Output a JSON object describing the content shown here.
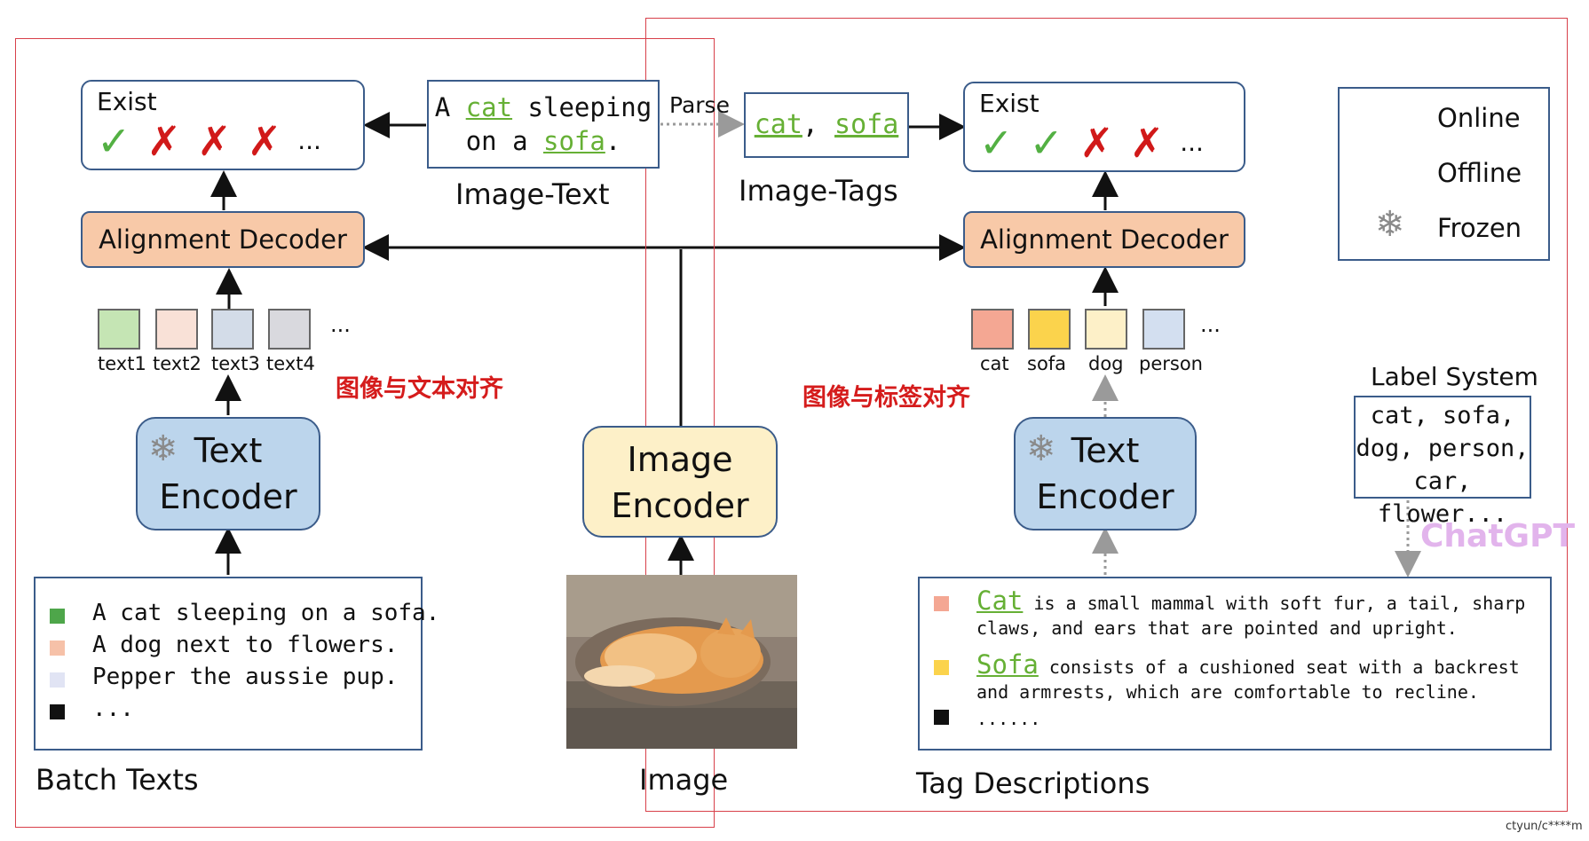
{
  "left_panel": {
    "exist": {
      "title": "Exist",
      "marks": [
        "check",
        "cross",
        "cross",
        "cross"
      ],
      "more": "..."
    },
    "image_text": {
      "pre": "A ",
      "cat": "cat",
      "mid": " sleeping",
      "line2_pre": "on a ",
      "sofa": "sofa",
      "line2_post": "."
    },
    "image_text_caption": "Image-Text",
    "decoder": "Alignment Decoder",
    "text_squares": [
      {
        "label": "text1",
        "color": "#c5e5b4"
      },
      {
        "label": "text2",
        "color": "#f9e1d7"
      },
      {
        "label": "text3",
        "color": "#d3dce8"
      },
      {
        "label": "text4",
        "color": "#d9d9de"
      }
    ],
    "squares_more": "...",
    "chinese_label": "图像与文本对齐",
    "encoder_line1": "Text",
    "encoder_line2": "Encoder",
    "batch_texts": [
      {
        "text": "A cat sleeping on a sofa.",
        "color": "#4ea64a"
      },
      {
        "text": "A dog next to flowers.",
        "color": "#f6c1a8"
      },
      {
        "text": "Pepper the aussie pup.",
        "color": "#e1e4f4"
      },
      {
        "text": "...",
        "color": "#111111"
      }
    ],
    "batch_caption": "Batch Texts"
  },
  "center": {
    "encoder_line1": "Image",
    "encoder_line2": "Encoder",
    "image_caption": "Image",
    "parse_label": "Parse"
  },
  "right_panel": {
    "tags": {
      "cat": "cat",
      "sep": ", ",
      "sofa": "sofa"
    },
    "tags_caption": "Image-Tags",
    "exist": {
      "title": "Exist",
      "marks": [
        "check",
        "check",
        "cross",
        "cross"
      ],
      "more": "..."
    },
    "decoder": "Alignment Decoder",
    "tag_squares": [
      {
        "label": "cat",
        "color": "#f4a793"
      },
      {
        "label": "sofa",
        "color": "#fbd34c"
      },
      {
        "label": "dog",
        "color": "#fdf0c8"
      },
      {
        "label": "person",
        "color": "#d3dff0"
      }
    ],
    "squares_more": "...",
    "chinese_label": "图像与标签对齐",
    "encoder_line1": "Text",
    "encoder_line2": "Encoder",
    "descriptions": [
      {
        "tag": "Cat",
        "text": " is a small mammal with soft fur, a tail, sharp",
        "line2": "claws, and ears that are pointed and upright.",
        "color": "#f4a793"
      },
      {
        "tag": "Sofa",
        "text": " consists of a cushioned seat with a backrest",
        "line2": "and armrests, which are comfortable to recline.",
        "color": "#fbd34c"
      },
      {
        "tag": "",
        "text": "......",
        "line2": "",
        "color": "#111111"
      }
    ],
    "descriptions_caption": "Tag Descriptions"
  },
  "legend": {
    "online": "Online",
    "offline": "Offline",
    "frozen": "Frozen"
  },
  "label_system": {
    "title": "Label System",
    "lines": [
      "cat, sofa,",
      "dog, person,",
      "car, flower..."
    ],
    "source": "ChatGPT"
  },
  "footer": {
    "credit": "ctyun/c****m"
  },
  "colors": {
    "accent_green": "#66b035",
    "border_blue": "#3b5c8a",
    "frame_red": "#d8404a",
    "chatgpt_pink": "#e2b4ec"
  }
}
